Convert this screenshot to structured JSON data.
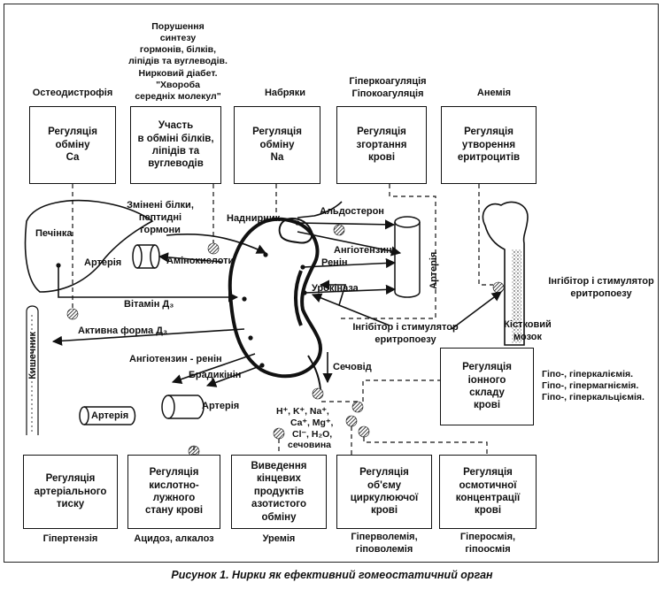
{
  "caption": "Рисунок 1. Нирки як ефективний гомеостатичний орган",
  "top_boxes": [
    {
      "id": "ca",
      "text": "Регуляція\nобміну\nCa",
      "disorder": "Остеодистрофія"
    },
    {
      "id": "metab",
      "text": "Участь\nв обміні білків,\nліпідів та\nвуглеводів",
      "disorder": "Порушення\nсинтезу\nгормонів, білків,\nліпідів та вуглеводів.\nНирковий діабет.\n\"Хвороба\nсередніх молекул\""
    },
    {
      "id": "na",
      "text": "Регуляція\nобміну\nNa",
      "disorder": "Набряки"
    },
    {
      "id": "coag",
      "text": "Регуляція\nзгортання\nкрові",
      "disorder": "Гіперкоагуляція\nГіпокоагуляція"
    },
    {
      "id": "ery",
      "text": "Регуляція\nутворення\nеритроцитів",
      "disorder": "Анемія"
    }
  ],
  "right_box": {
    "text": "Регуляція\nіонного\nскладу\nкрові",
    "disorder": "Гіпо-, гіперкаліємія.\nГіпо-, гіпермагніємія.\nГіпо-, гіперкальціємія."
  },
  "bottom_boxes": [
    {
      "id": "bp",
      "text": "Регуляція\nартеріального\nтиску",
      "disorder": "Гіпертензія"
    },
    {
      "id": "acid",
      "text": "Регуляція\nкислотно-\nлужного\nстану крові",
      "disorder": "Ацидоз, алкалоз"
    },
    {
      "id": "nitro",
      "text": "Виведення\nкінцевих\nпродуктів\nазотистого\nобміну",
      "disorder": "Уремія"
    },
    {
      "id": "vol",
      "text": "Регуляція\nоб'єму\nциркулюючої\nкрові",
      "disorder": "Гіперволемія,\nгіповолемія"
    },
    {
      "id": "osm",
      "text": "Регуляція\nосмотичної\nконцентрації\nкрові",
      "disorder": "Гіперосмія,\nгіпоосмія"
    }
  ],
  "labels": {
    "liver": "Печінка",
    "intestine": "Кишечник",
    "artery_left": "Артерія",
    "amino": "Амінокислоти",
    "proteins": "Змінені білки,\nпептидні\nгормони",
    "adrenal": "Наднирник",
    "aldosterone": "Альдостерон",
    "angiotensin_top": "Ангіотензин",
    "renin": "Ренін",
    "artery_right": "Артерія",
    "urokinase": "Урокіназа",
    "vitamin": "Вітамін Д₃",
    "active_form": "Активна форма Д₃",
    "inhibitor_mid": "Інгібітор і стимулятор\nеритропоезу",
    "inhibitor_right": "Інгібітор і стимулятор\nеритропоезу",
    "marrow": "Кістковий\nмозок",
    "ang_renin": "Ангіотензин - ренін",
    "bradykinin": "Брадикінін",
    "artery_bl1": "Артерія",
    "artery_bl2": "Артерія",
    "urine": "Сечовід",
    "ions_1": "H⁺, K⁺, Na⁺,",
    "ions_2": "Ca⁺, Mg⁺,",
    "ions_3": "Cl⁻, H₂O,",
    "ions_4": "сечовина"
  }
}
